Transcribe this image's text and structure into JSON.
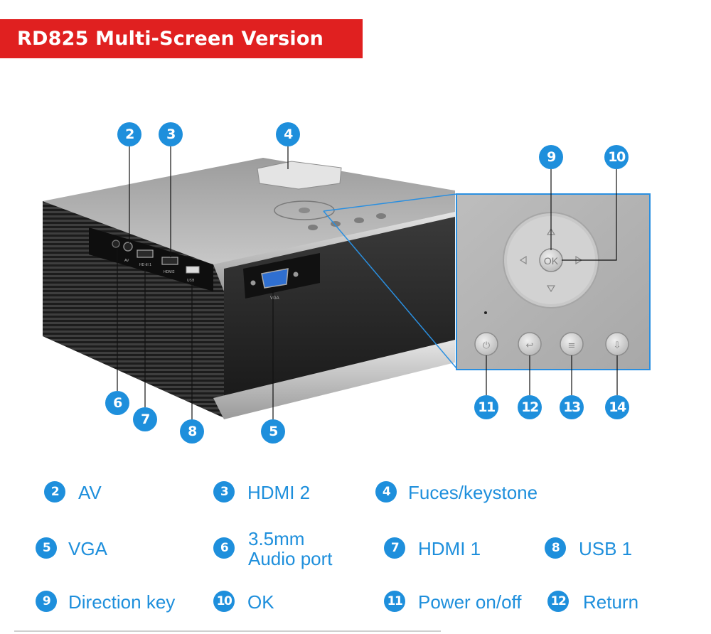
{
  "title": "RD825 Multi-Screen Version Port",
  "colors": {
    "accent": "#1e8fdc",
    "banner": "#e02020"
  },
  "device_labels": {
    "av": "AV",
    "hdmi1": "HDMI 1",
    "hdmi2": "HDMI2",
    "usb": "USB",
    "vga": "VGA",
    "ok": "OK"
  },
  "callouts": {
    "n2": "2",
    "n3": "3",
    "n4": "4",
    "n5": "5",
    "n6": "6",
    "n7": "7",
    "n8": "8",
    "n9": "9",
    "n10": "10",
    "n11": "11",
    "n12": "12",
    "n13": "13",
    "n14": "14"
  },
  "legend": [
    {
      "num": "2",
      "text": "AV"
    },
    {
      "num": "3",
      "text": "HDMI 2"
    },
    {
      "num": "4",
      "text": "Fuces/keystone"
    },
    {
      "num": "5",
      "text": "VGA"
    },
    {
      "num": "6",
      "line1": "3.5mm",
      "line2": "Audio port"
    },
    {
      "num": "7",
      "text": "HDMI 1"
    },
    {
      "num": "8",
      "text": "USB 1"
    },
    {
      "num": "9",
      "text": "Direction key"
    },
    {
      "num": "10",
      "text": "OK"
    },
    {
      "num": "11",
      "text": "Power on/off"
    },
    {
      "num": "12",
      "text": "Return"
    }
  ]
}
